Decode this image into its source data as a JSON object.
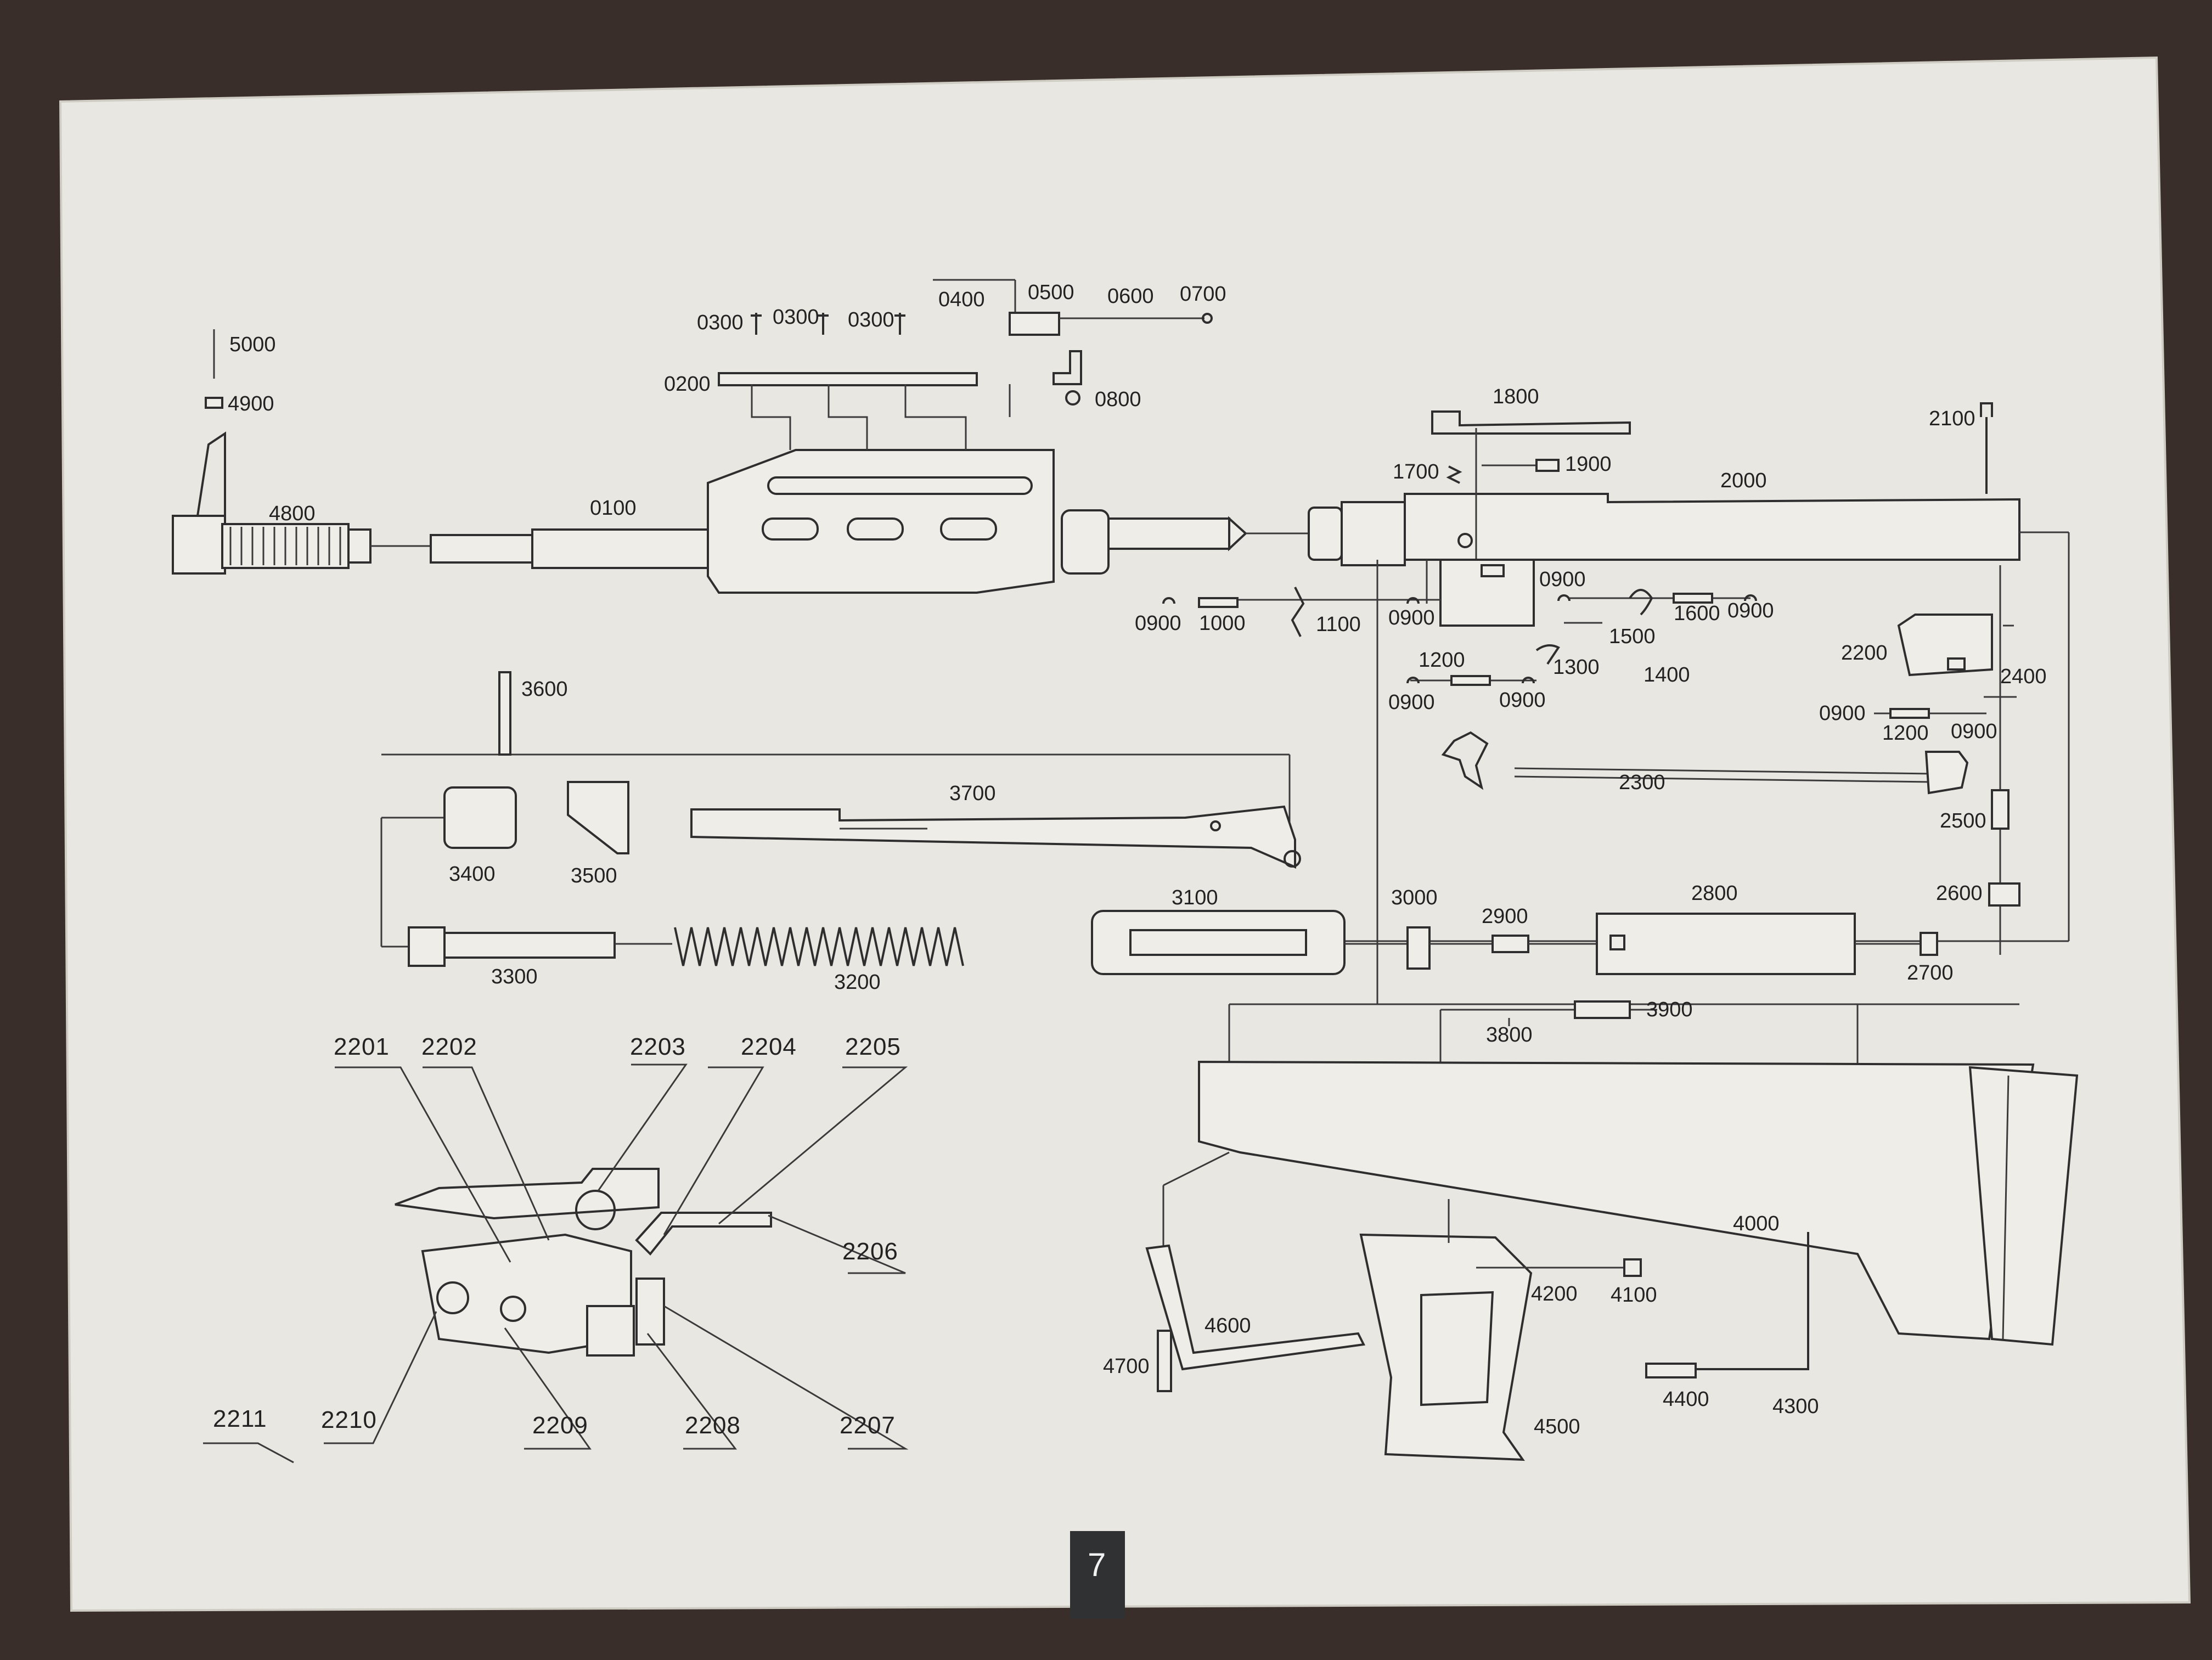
{
  "page": {
    "number": "7"
  },
  "labels": {
    "p0100": "0100",
    "p0200": "0200",
    "p0300a": "0300",
    "p0300b": "0300",
    "p0300c": "0300",
    "p0400": "0400",
    "p0500": "0500",
    "p0600": "0600",
    "p0700": "0700",
    "p0800": "0800",
    "p0900a": "0900",
    "p0900b": "0900",
    "p0900c": "0900",
    "p0900d": "0900",
    "p0900e": "0900",
    "p0900f": "0900",
    "p0900g": "0900",
    "p0900h": "0900",
    "p1000": "1000",
    "p1100": "1100",
    "p1200a": "1200",
    "p1200b": "1200",
    "p1300": "1300",
    "p1400": "1400",
    "p1500": "1500",
    "p1600": "1600",
    "p1700": "1700",
    "p1800": "1800",
    "p1900": "1900",
    "p2000": "2000",
    "p2100": "2100",
    "p2200": "2200",
    "p2300": "2300",
    "p2400": "2400",
    "p2500": "2500",
    "p2600": "2600",
    "p2700": "2700",
    "p2800": "2800",
    "p2900": "2900",
    "p3000": "3000",
    "p3100": "3100",
    "p3200": "3200",
    "p3300": "3300",
    "p3400": "3400",
    "p3500": "3500",
    "p3600": "3600",
    "p3700": "3700",
    "p3800": "3800",
    "p3900": "3900",
    "p4000": "4000",
    "p4100": "4100",
    "p4200": "4200",
    "p4300": "4300",
    "p4400": "4400",
    "p4500": "4500",
    "p4600": "4600",
    "p4700": "4700",
    "p4800": "4800",
    "p4900": "4900",
    "p5000": "5000",
    "p2201": "2201",
    "p2202": "2202",
    "p2203": "2203",
    "p2204": "2204",
    "p2205": "2205",
    "p2206": "2206",
    "p2207": "2207",
    "p2208": "2208",
    "p2209": "2209",
    "p2210": "2210",
    "p2211": "2211"
  },
  "colors": {
    "paper": "#e9e7e1",
    "background": "#3a2e2a",
    "ink": "#2e2e2e"
  }
}
